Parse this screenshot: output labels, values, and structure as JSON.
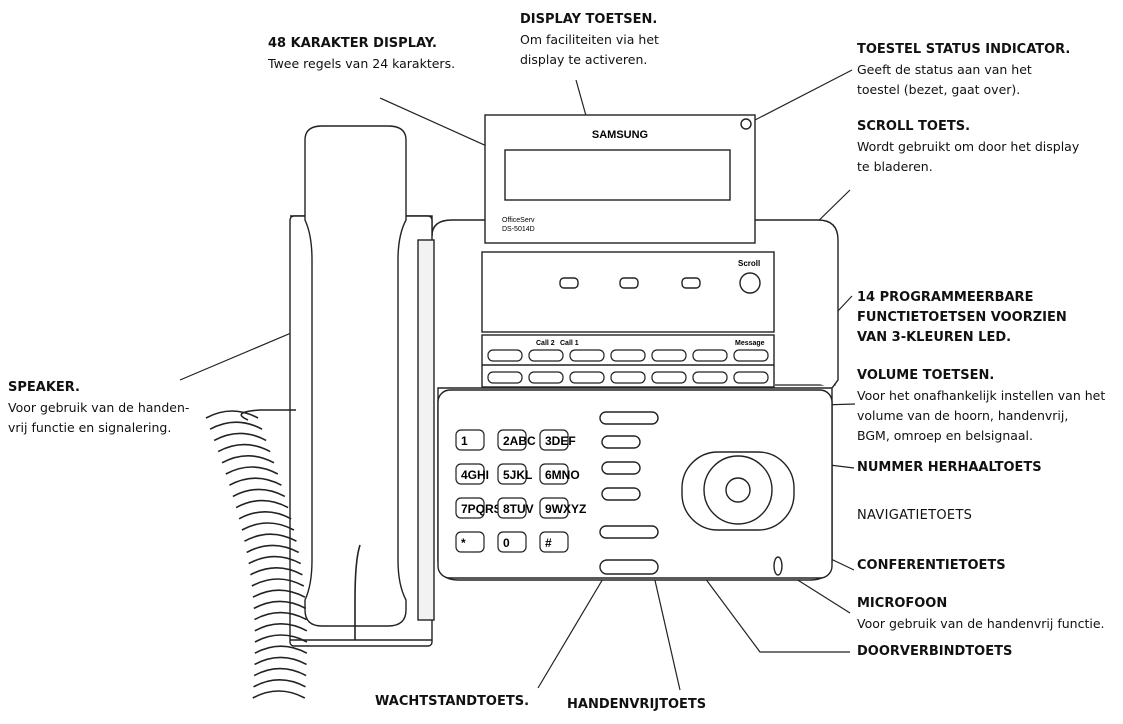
{
  "phone": {
    "brand": "SAMSUNG",
    "model_line1": "OfficeServ",
    "model_line2": "DS-5014D",
    "scroll_label": "Scroll",
    "key_label_call2": "Call 2",
    "key_label_call1": "Call 1",
    "key_label_message": "Message",
    "keypad": [
      "1",
      "2ABC",
      "3DEF",
      "4GHI",
      "5JKL",
      "6MNO",
      "7PQRS",
      "8TUV",
      "9WXYZ",
      "*",
      "0",
      "#"
    ]
  },
  "labels": {
    "display48": {
      "title": "48 KARAKTER DISPLAY.",
      "desc": "Twee regels van 24 karakters."
    },
    "display_keys": {
      "title": "DISPLAY TOETSEN.",
      "desc1": "Om faciliteiten via het",
      "desc2": "display te activeren."
    },
    "status": {
      "title": "TOESTEL STATUS INDICATOR.",
      "desc1": "Geeft de status aan van het",
      "desc2": "toestel (bezet, gaat over)."
    },
    "scroll": {
      "title": "SCROLL TOETS.",
      "desc1": "Wordt gebruikt om door het display",
      "desc2": "te bladeren."
    },
    "prog": {
      "title1": "14 PROGRAMMEERBARE",
      "title2": "FUNCTIETOETSEN VOORZIEN",
      "title3": "VAN 3-KLEUREN LED."
    },
    "volume": {
      "title": "VOLUME TOETSEN.",
      "desc1": "Voor het onafhankelijk instellen van het",
      "desc2": "volume van de hoorn, handenvrij,",
      "desc3": "BGM, omroep en belsignaal."
    },
    "redial": {
      "title": "NUMMER HERHAALTOETS"
    },
    "nav": {
      "title": "NAVIGATIETOETS"
    },
    "conf": {
      "title": "CONFERENTIETOETS"
    },
    "mic": {
      "title": "MICROFOON",
      "desc": "Voor gebruik van de handenvrij functie."
    },
    "transfer": {
      "title": "DOORVERBINDTOETS"
    },
    "speaker": {
      "title": "SPEAKER.",
      "desc1": "Voor gebruik van de handen-",
      "desc2": "vrij functie en signalering."
    },
    "hold": {
      "title": "WACHTSTANDTOETS."
    },
    "handsfree": {
      "title": "HANDENVRIJTOETS"
    }
  }
}
